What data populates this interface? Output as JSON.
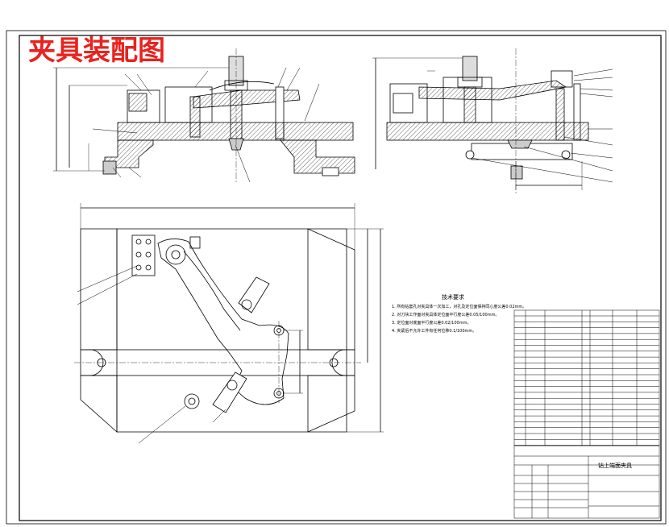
{
  "drawing": {
    "title": "夹具装配图",
    "title_block_name": "钻上端面夹具",
    "tech_req_heading": "技术要求",
    "tech_req_lines": [
      "1. 所有钻套孔对夹具体一次加工，对孔及定位面保持同心度公差0.02mm。",
      "2. 对刀块工作面对夹具体定位面平行度公差0.05/100mm。",
      "3. 定位面对底面平行度公差0.02/100mm。",
      "4. 夹紧后不允许工件有任何位移0.1/100mm。"
    ],
    "colors": {
      "title": "#e8231f",
      "line": "#000000",
      "hatch": "#000000"
    }
  }
}
